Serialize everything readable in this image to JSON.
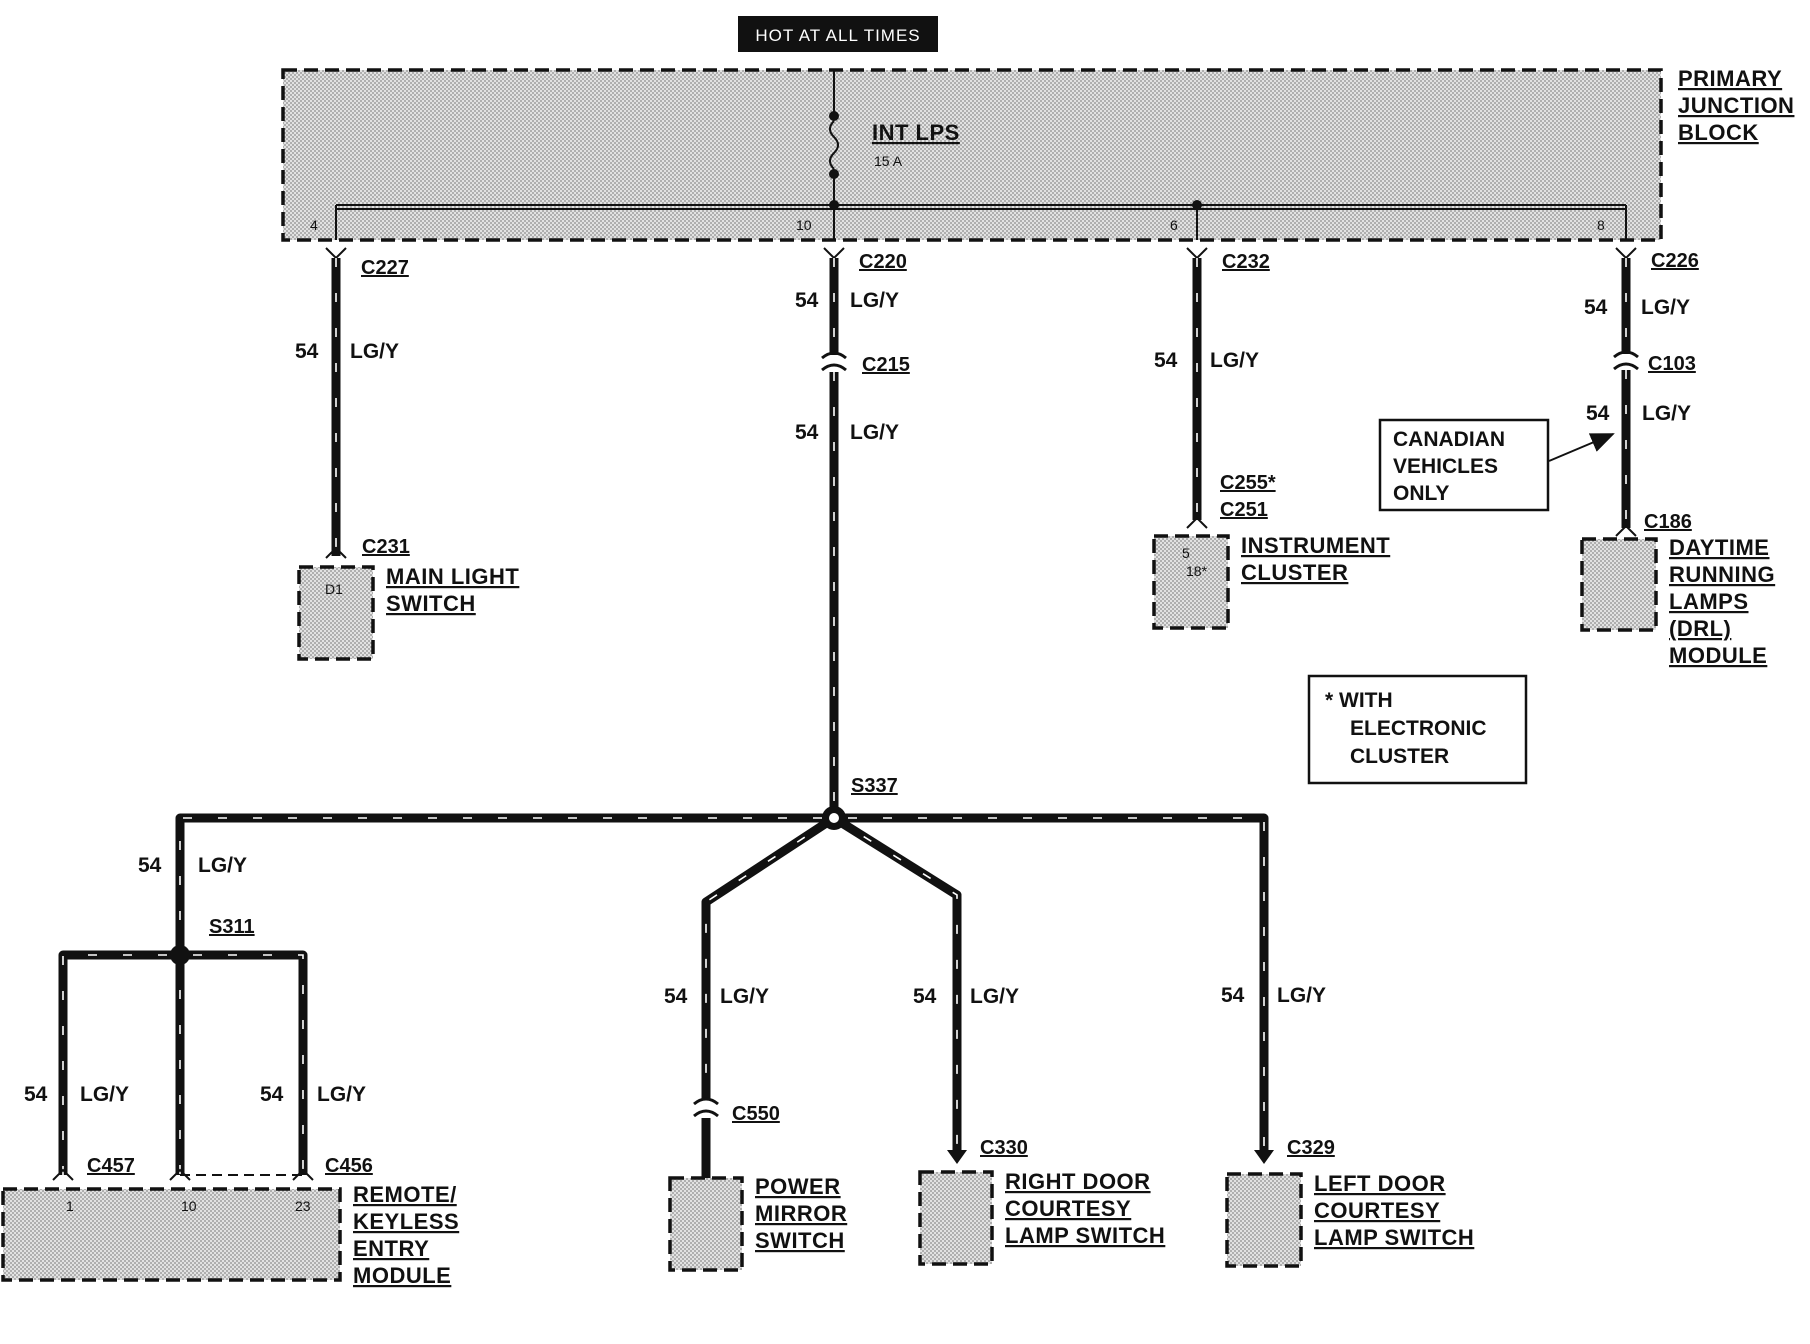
{
  "header": {
    "hot_label": "HOT AT ALL TIMES"
  },
  "junction_block": {
    "label_line1": "PRIMARY",
    "label_line2": "JUNCTION",
    "label_line3": "BLOCK",
    "fuse_name": "INT LPS",
    "fuse_rating": "15 A",
    "pins": [
      "4",
      "10",
      "6",
      "8"
    ]
  },
  "wire": {
    "circuit": "54",
    "color": "LG/Y"
  },
  "connectors": {
    "c227": "C227",
    "c220": "C220",
    "c232": "C232",
    "c226": "C226",
    "c215": "C215",
    "c103": "C103",
    "c231": "C231",
    "c255": "C255*",
    "c251": "C251",
    "c186": "C186",
    "s337": "S337",
    "s311": "S311",
    "c457": "C457",
    "c456": "C456",
    "c550": "C550",
    "c330": "C330",
    "c329": "C329"
  },
  "components": {
    "main_light": {
      "line1": "MAIN LIGHT",
      "line2": "SWITCH",
      "pin": "D1"
    },
    "instrument_cluster": {
      "line1": "INSTRUMENT",
      "line2": "CLUSTER",
      "pin1": "5",
      "pin2": "18*"
    },
    "drl": {
      "line1": "DAYTIME",
      "line2": "RUNNING",
      "line3": "LAMPS",
      "line4": "(DRL)",
      "line5": "MODULE"
    },
    "rke": {
      "line1": "REMOTE/",
      "line2": "KEYLESS",
      "line3": "ENTRY",
      "line4": "MODULE",
      "pins": [
        "1",
        "10",
        "23"
      ]
    },
    "power_mirror": {
      "line1": "POWER",
      "line2": "MIRROR",
      "line3": "SWITCH"
    },
    "right_door": {
      "line1": "RIGHT DOOR",
      "line2": "COURTESY",
      "line3": "LAMP SWITCH"
    },
    "left_door": {
      "line1": "LEFT DOOR",
      "line2": "COURTESY",
      "line3": "LAMP SWITCH"
    }
  },
  "notes": {
    "canadian": {
      "line1": "CANADIAN",
      "line2": "VEHICLES",
      "line3": "ONLY"
    },
    "electronic": {
      "line1": "* WITH",
      "line2": "ELECTRONIC",
      "line3": "CLUSTER"
    }
  }
}
